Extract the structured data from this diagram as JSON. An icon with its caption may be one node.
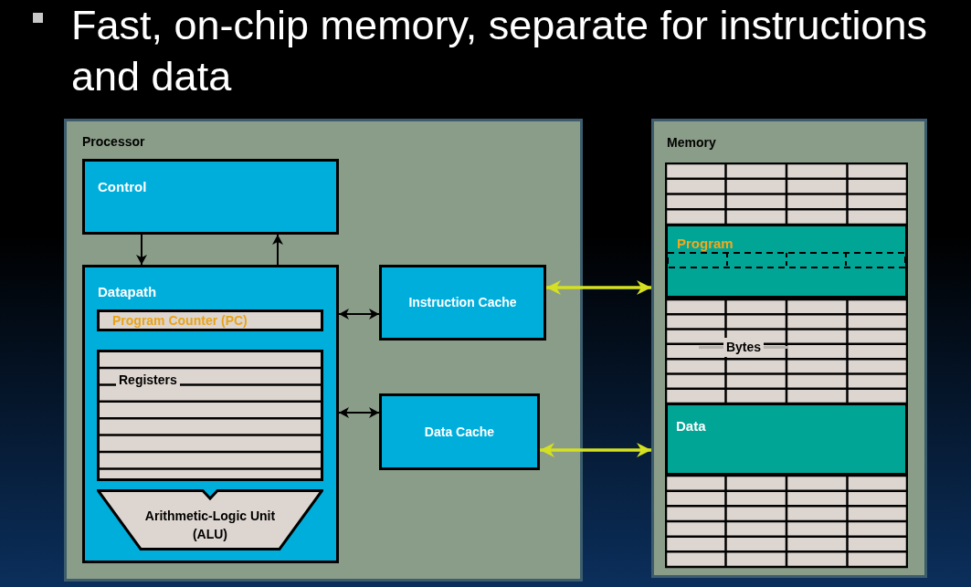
{
  "diagram": {
    "title": "Fast, on-chip memory, separate for instructions and data",
    "nodes": [
      {
        "text": [
          "Processor"
        ]
      },
      {
        "text": [
          "Control"
        ],
        "in": 0
      },
      {
        "text": [
          "Datapath"
        ],
        "in": 0
      },
      {
        "text": [
          "Program Counter (PC)"
        ],
        "in": 2
      },
      {
        "text": [
          "Registers"
        ],
        "in": 2
      },
      {
        "text": [
          "Arithmetic-Logic Unit (ALU)"
        ],
        "in": 2
      },
      {
        "text": [
          "Instruction Cache"
        ],
        "in": 0
      },
      {
        "text": [
          "Data Cache"
        ],
        "in": 0
      },
      {
        "text": [
          "Memory"
        ]
      },
      {
        "text": [
          "Program"
        ],
        "in": 8
      },
      {
        "text": [
          "Data"
        ],
        "in": 8
      }
    ],
    "edges": [
      {
        "from": 1,
        "to": 2,
        "arrow": "to"
      },
      {
        "from": 2,
        "to": 1,
        "arrow": "to"
      },
      {
        "from": 2,
        "to": 6,
        "arrow": "both"
      },
      {
        "from": 2,
        "to": 7,
        "arrow": "both"
      },
      {
        "from": 6,
        "to": 8,
        "arrow": "both",
        "color": "#d4e021"
      },
      {
        "from": 7,
        "to": 8,
        "arrow": "both",
        "color": "#d4e021"
      }
    ],
    "labels": [
      "Bytes"
    ]
  }
}
